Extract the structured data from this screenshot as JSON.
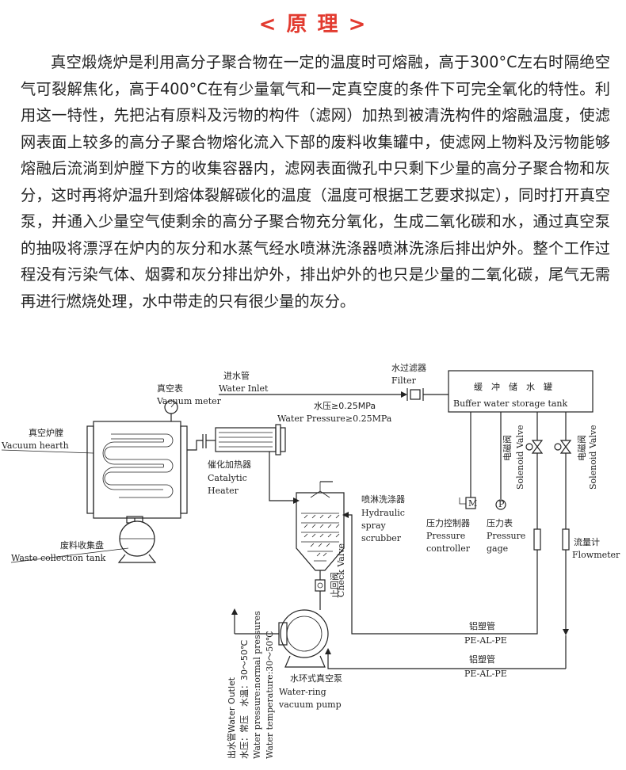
{
  "page": {
    "title": "< 原 理 >",
    "paragraph": "真空煅烧炉是利用高分子聚合物在一定的温度时可熔融，高于300°C左右时隔绝空气可裂解焦化，高于400°C在有少量氧气和一定真空度的条件下可完全氧化的特性。利用这一特性，先把沾有原料及污物的构件（滤网）加热到被清洗构件的熔融温度，使滤网表面上较多的高分子聚合物熔化流入下部的废料收集罐中，使滤网上物料及污物能够熔融后流淌到炉膛下方的收集容器内，滤网表面微孔中只剩下少量的高分子聚合物和灰分，这时再将炉温升到熔体裂解碳化的温度（温度可根据工艺要求拟定），同时打开真空泵，并通入少量空气使剩余的高分子聚合物充分氧化，生成二氧化碳和水，通过真空泵的抽吸将漂浮在炉内的灰分和水蒸气经水喷淋洗涤器喷淋洗涤后排出炉外。整个工作过程没有污染气体、烟雾和灰分排出炉外，排出炉外的也只是少量的二氧化碳，尾气无需再进行燃烧处理，水中带走的只有很少量的灰分。"
  },
  "diagram": {
    "water_inlet_zh": "进水管",
    "water_inlet_en": "Water Inlet",
    "filter_zh": "水过滤器",
    "filter_en": "Filter",
    "water_pressure_zh": "水压≥0.25MPa",
    "water_pressure_en": "Water Pressure≥0.25MPa",
    "buffer_tank_zh": "缓　冲　储　水　罐",
    "buffer_tank_en": "Buffer water storage tank",
    "vacuum_meter_zh": "真空表",
    "vacuum_meter_en": "Vacuum meter",
    "vacuum_hearth_zh": "真空炉膛",
    "vacuum_hearth_en": "Vacuum hearth",
    "catalytic_heater_zh": "催化加热器",
    "catalytic_heater_en1": "Catalytic",
    "catalytic_heater_en2": "Heater",
    "solenoid_valve_zh": "电磁阀",
    "solenoid_valve_en": "Solenoid Valve",
    "hydraulic_scrubber_zh": "喷淋洗涤器",
    "hydraulic_scrubber_en1": "Hydraulic",
    "hydraulic_scrubber_en2": "spray",
    "hydraulic_scrubber_en3": "scrubber",
    "pressure_controller_zh": "压力控制器",
    "pressure_controller_en1": "Pressure",
    "pressure_controller_en2": "controller",
    "pressure_gage_zh": "压力表",
    "pressure_gage_en1": "Pressure",
    "pressure_gage_en2": "gage",
    "flowmeter_zh": "流量计",
    "flowmeter_en": "Flowmeter",
    "waste_tank_zh": "废料收集盘",
    "waste_tank_en": "Waste collection tank",
    "check_valve_zh": "止回阀",
    "check_valve_en": "Check Valve",
    "pipe1_zh": "铝塑管",
    "pipe1_en": "PE-AL-PE",
    "pipe2_zh": "铝塑管",
    "pipe2_en": "PE-AL-PE",
    "pump_zh": "水环式真空泵",
    "pump_en1": "Water-ring",
    "pump_en2": "vacuum pump",
    "outlet_col1": "出水管Water Outlet",
    "outlet_col2": "水压：常压　水温：30～50℃",
    "outlet_col3": "Water pressure:normal pressures",
    "outlet_col4": "Water temperature:30～50℃",
    "pm_letter": "M",
    "pg_letter": "P"
  }
}
